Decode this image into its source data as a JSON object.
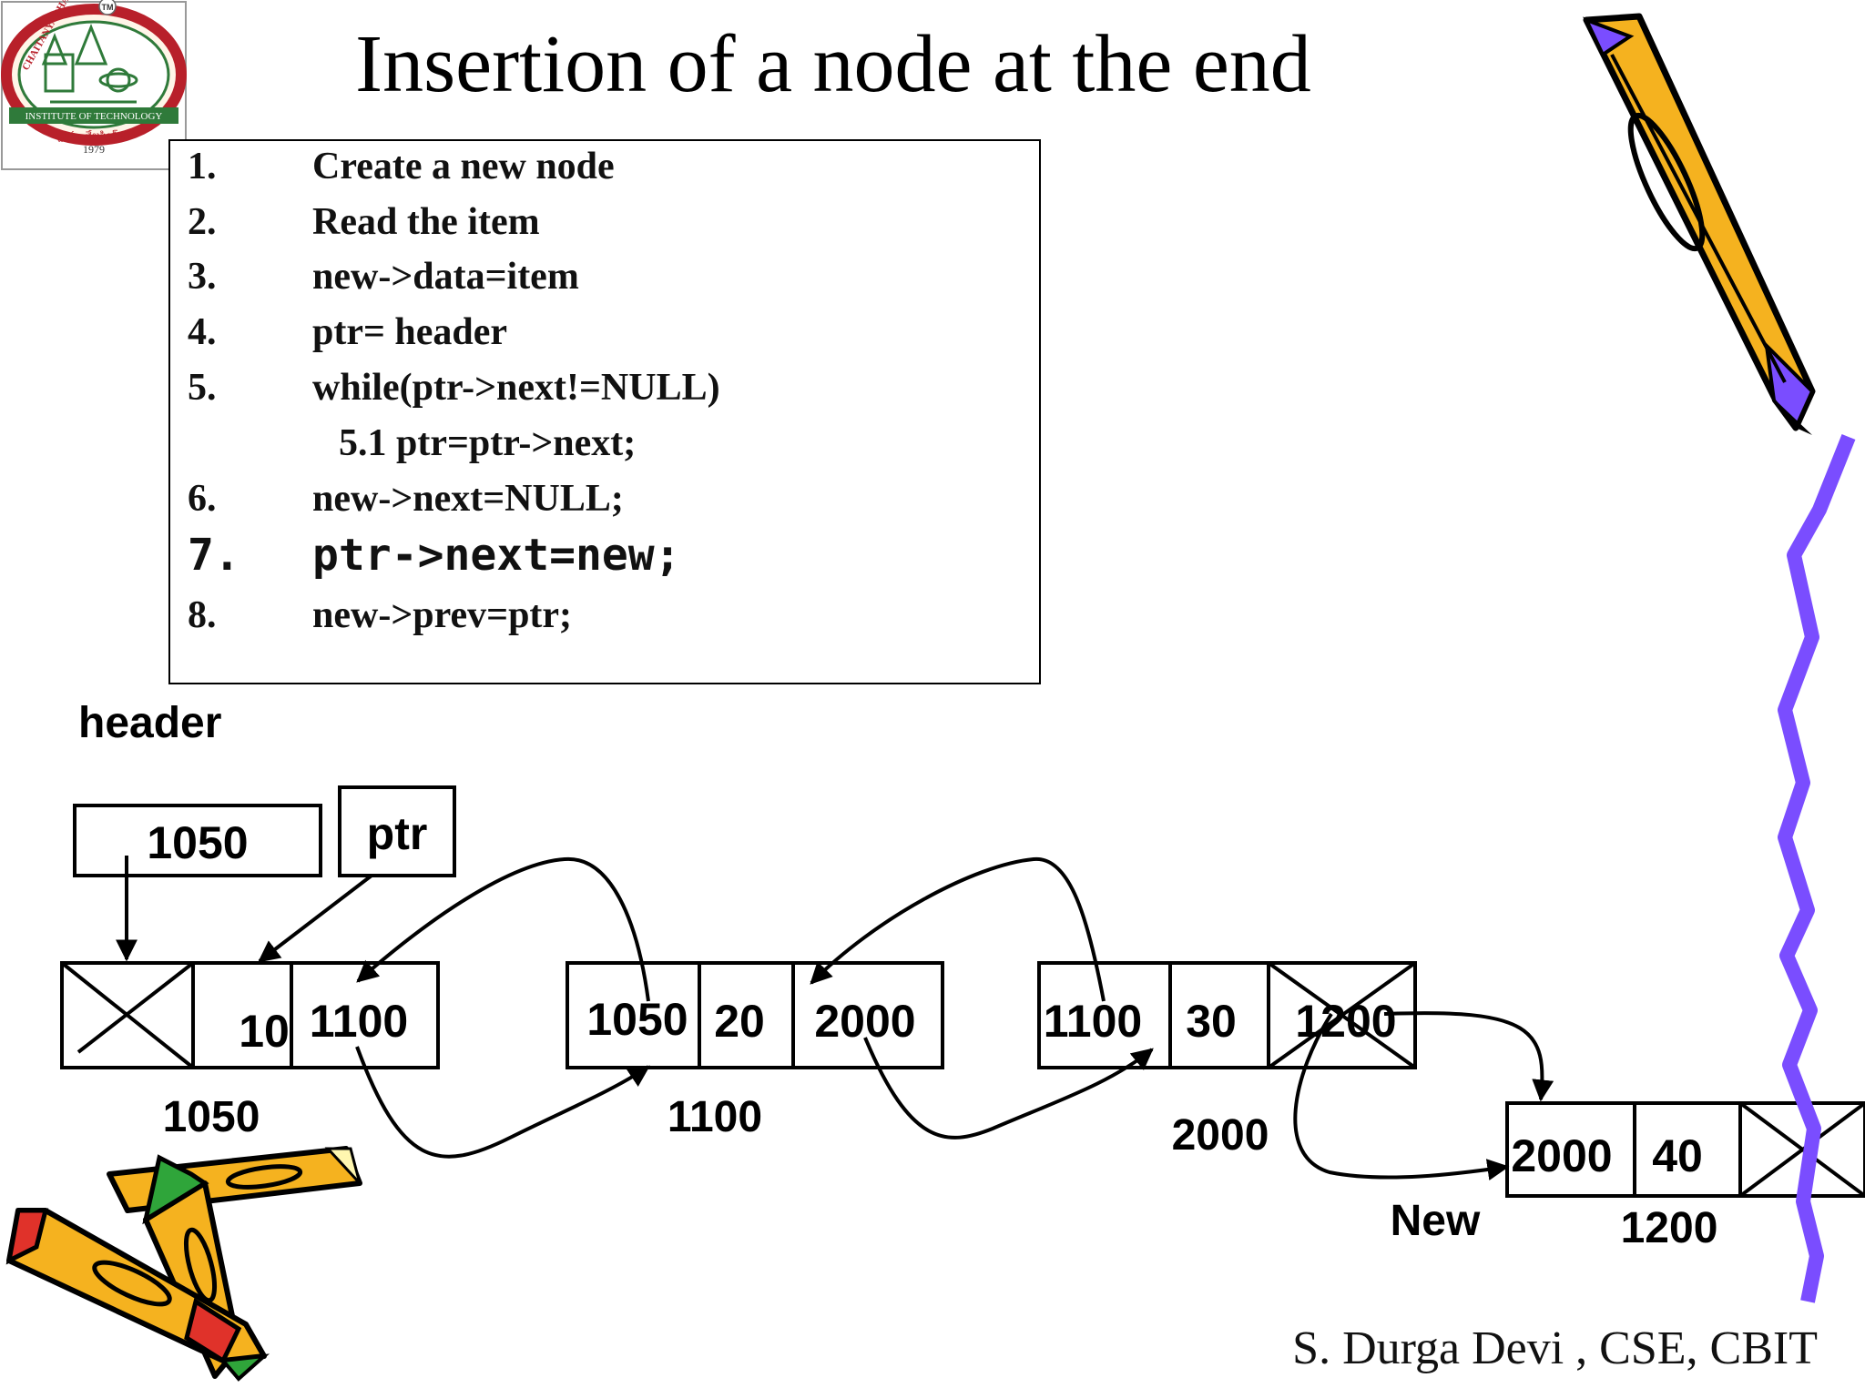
{
  "title": "Insertion of a node at the end",
  "logo": {
    "name": "CHAITANYA BHARATHI",
    "institute": "INSTITUTE OF TECHNOLOGY",
    "motto": "స్వయం తేజస్విన్ భవ",
    "year": "1979",
    "tm": "TM"
  },
  "algorithm": {
    "steps": [
      {
        "num": "1.",
        "text": "Create a new node"
      },
      {
        "num": "2.",
        "text": "Read the item"
      },
      {
        "num": "3.",
        "text": "new->data=item"
      },
      {
        "num": "4.",
        "text": "ptr= header"
      },
      {
        "num": "5.",
        "text": "while(ptr->next!=NULL)"
      },
      {
        "num": "",
        "text": "5.1 ptr=ptr->next;"
      },
      {
        "num": "6.",
        "text": "new->next=NULL;"
      },
      {
        "num": "7.",
        "text": "ptr->next=new;"
      },
      {
        "num": "8.",
        "text": "new->prev=ptr;"
      }
    ]
  },
  "diagram": {
    "header_label": "header",
    "header_value": "1050",
    "ptr_label": "ptr",
    "nodes": [
      {
        "prev": "",
        "data": "10",
        "next": "1100",
        "address": "1050"
      },
      {
        "prev": "1050",
        "data": "20",
        "next": "2000",
        "address": "1100"
      },
      {
        "prev": "1100",
        "data": "30",
        "next": "1200",
        "address": "2000"
      },
      {
        "prev": "2000",
        "data": "40",
        "next": "",
        "address": "1200"
      }
    ],
    "new_label": "New"
  },
  "footer": "S. Durga Devi , CSE, CBIT",
  "colors": {
    "pencil_orange": "#f5b21f",
    "pencil_purple": "#7a4dff",
    "pencil_red": "#e0322a",
    "pencil_green": "#2fa53a",
    "squiggle": "#7a4dff",
    "logo_red": "#b8202a",
    "logo_green": "#2f7a3a"
  }
}
